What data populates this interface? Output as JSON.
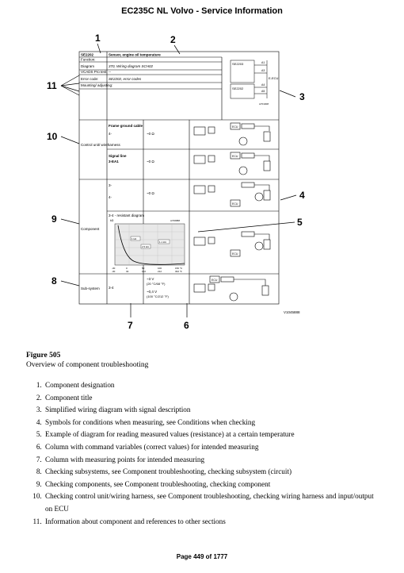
{
  "header": {
    "title": "EC235C NL Volvo - Service Information"
  },
  "figure": {
    "callouts": [
      "1",
      "2",
      "3",
      "4",
      "5",
      "6",
      "7",
      "8",
      "9",
      "10",
      "11"
    ],
    "info_rows": [
      {
        "label": "SE2202",
        "value": "Sensor, engine oil temperature"
      },
      {
        "label": "Function:",
        "value": ""
      },
      {
        "label": "Diagram",
        "value": "370, Wiring diagram SCH02"
      },
      {
        "label": "VCADS Pro test:",
        "value": "--"
      },
      {
        "label": "Error code:",
        "value": "SE2202, error codes"
      },
      {
        "label": "Mounting/ adjusting:",
        "value": ""
      }
    ],
    "schematic": {
      "c1": "SE2203",
      "c2": "SE2202",
      "ecu": "E-ECU",
      "pins": [
        "A1",
        "A3",
        "A4",
        "A5"
      ],
      "num": "A701008"
    },
    "section_labels": {
      "control": "Control unit/ wireharness",
      "component": "Component",
      "subsystem": "Sub-system"
    },
    "rows": {
      "frame_ground": {
        "title": "Frame ground cable",
        "pin": "4-",
        "value": "~0 Ω"
      },
      "signal_line": {
        "title": "Signal line",
        "pin": "3-EA1",
        "value": "~0 Ω"
      },
      "component_check": {
        "pin": "3-",
        "pin2": "4-",
        "value": "~0 Ω"
      },
      "resistant_diagram": {
        "title": "3-4 - resistant diagram",
        "unit_top": "kΩ",
        "ref": "A706888",
        "chart_labels": [
          "1 kΩ",
          "2.5 kΩ",
          "1.1 kΩ"
        ],
        "x_labels": [
          "-30",
          "0",
          "50",
          "100",
          "150 °C"
        ],
        "x_labels_f": [
          "-30",
          "32",
          "122",
          "212",
          "302 °F"
        ]
      },
      "subsystem": {
        "pins": "3-4",
        "v1": "~3 V",
        "v1_sub": "(20 °C/68 °F)",
        "v2": "~0,4 V",
        "v2_sub": "(100 °C/212 °F)"
      }
    },
    "ecu_label": "ECU",
    "figure_id": "V1045888"
  },
  "caption": {
    "title": "Figure 505",
    "subtitle": "Overview of component troubleshooting"
  },
  "legend": [
    "Component designation",
    "Component title",
    "Simplified wiring diagram with signal description",
    "Symbols for conditions when measuring, see Conditions when checking",
    "Example of diagram for reading measured values (resistance) at a certain temperature",
    "Column with command variables (correct values) for intended measuring",
    "Column with measuring points for intended measuring",
    "Checking subsystems, see Component troubleshooting, checking subsystem (circuit)",
    "Checking components, see Component troubleshooting, checking component",
    "Checking control unit/wiring harness, see Component troubleshooting, checking wiring harness and input/output on ECU",
    "Information about component and references to other sections"
  ],
  "footer": {
    "page": "Page 449 of 1777"
  }
}
